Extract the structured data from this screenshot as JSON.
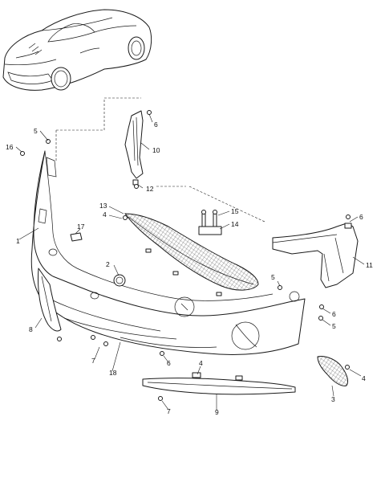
{
  "callouts": [
    {
      "id": "c1",
      "label": "1"
    },
    {
      "id": "c2",
      "label": "2"
    },
    {
      "id": "c3",
      "label": "3"
    },
    {
      "id": "c4a",
      "label": "4"
    },
    {
      "id": "c4b",
      "label": "4"
    },
    {
      "id": "c4c",
      "label": "4"
    },
    {
      "id": "c5a",
      "label": "5"
    },
    {
      "id": "c5b",
      "label": "5"
    },
    {
      "id": "c5c",
      "label": "5"
    },
    {
      "id": "c6a",
      "label": "6"
    },
    {
      "id": "c6b",
      "label": "6"
    },
    {
      "id": "c6c",
      "label": "6"
    },
    {
      "id": "c6d",
      "label": "6"
    },
    {
      "id": "c7a",
      "label": "7"
    },
    {
      "id": "c7b",
      "label": "7"
    },
    {
      "id": "c8",
      "label": "8"
    },
    {
      "id": "c9",
      "label": "9"
    },
    {
      "id": "c10",
      "label": "10"
    },
    {
      "id": "c11",
      "label": "11"
    },
    {
      "id": "c12",
      "label": "12"
    },
    {
      "id": "c13",
      "label": "13"
    },
    {
      "id": "c14",
      "label": "14"
    },
    {
      "id": "c15",
      "label": "15"
    },
    {
      "id": "c16",
      "label": "16"
    },
    {
      "id": "c17",
      "label": "17"
    },
    {
      "id": "c18",
      "label": "18"
    }
  ]
}
